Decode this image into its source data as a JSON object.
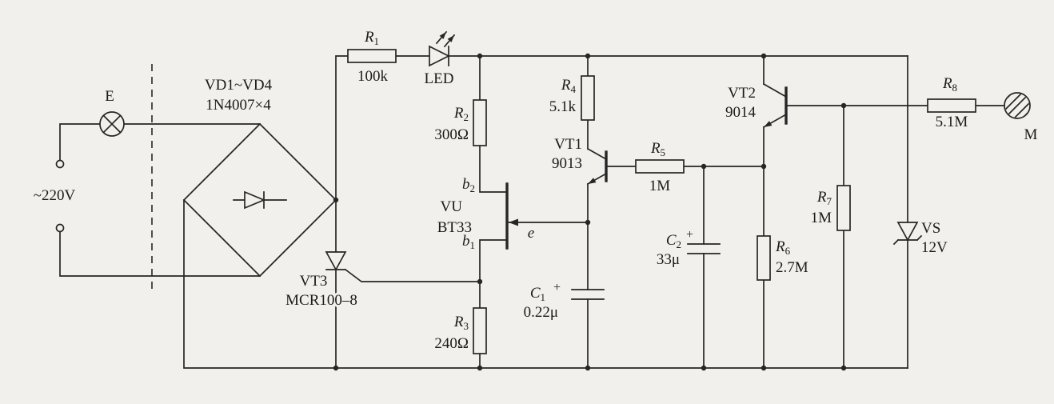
{
  "circuit": {
    "supply": {
      "voltage": "~220V"
    },
    "lamp": {
      "label": "E"
    },
    "bridge": {
      "label": "VD1~VD4",
      "part": "1N4007×4"
    },
    "led": {
      "label": "LED"
    },
    "resistors": {
      "r1": {
        "sym": "R",
        "sub": "1",
        "value": "100k"
      },
      "r2": {
        "sym": "R",
        "sub": "2",
        "value": "300Ω"
      },
      "r3": {
        "sym": "R",
        "sub": "3",
        "value": "240Ω"
      },
      "r4": {
        "sym": "R",
        "sub": "4",
        "value": "5.1k"
      },
      "r5": {
        "sym": "R",
        "sub": "5",
        "value": "1M"
      },
      "r6": {
        "sym": "R",
        "sub": "6",
        "value": "2.7M"
      },
      "r7": {
        "sym": "R",
        "sub": "7",
        "value": "1M"
      },
      "r8": {
        "sym": "R",
        "sub": "8",
        "value": "5.1M"
      }
    },
    "capacitors": {
      "c1": {
        "sym": "C",
        "sub": "1",
        "value": "0.22μ",
        "plus": "+"
      },
      "c2": {
        "sym": "C",
        "sub": "2",
        "value": "33μ",
        "plus": "+"
      }
    },
    "transistors": {
      "vt1": {
        "label": "VT1",
        "part": "9013"
      },
      "vt2": {
        "label": "VT2",
        "part": "9014"
      }
    },
    "thyristor": {
      "label": "VT3",
      "part": "MCR100–8"
    },
    "ujt": {
      "label": "VU",
      "part": "BT33",
      "pins": {
        "b1": {
          "sym": "b",
          "sub": "1"
        },
        "b2": {
          "sym": "b",
          "sub": "2"
        },
        "e": {
          "label": "e"
        }
      }
    },
    "zener": {
      "label": "VS",
      "value": "12V"
    },
    "touch_plate": {
      "label": "M"
    }
  }
}
